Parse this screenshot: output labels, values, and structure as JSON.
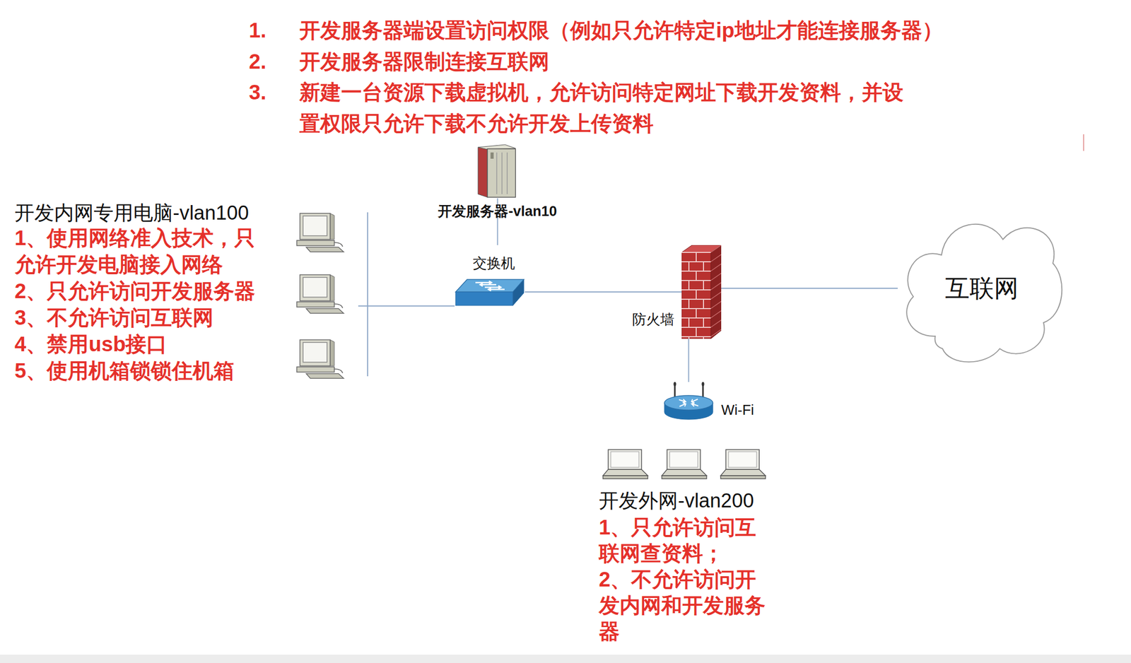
{
  "diagram": {
    "nodes": [
      {
        "text": [
          "开发服务器-vlan10"
        ]
      },
      {
        "text": [
          "开发内网专用电脑-vlan100",
          "1、使用网络准入技术，只允许开发电脑接入网络",
          "2、只允许访问开发服务器",
          "3、不允许访问互联网",
          "4、禁用usb接口",
          "5、使用机箱锁锁住机箱"
        ]
      },
      {
        "text": [
          "交换机"
        ]
      },
      {
        "text": [
          "防火墙"
        ]
      },
      {
        "text": [
          "互联网"
        ]
      },
      {
        "text": [
          "Wi-Fi"
        ]
      },
      {
        "text": [
          "开发外网-vlan200",
          "1、只允许访问互联网查资料；",
          "2、不允许访问开发内网和开发服务器"
        ]
      }
    ],
    "edges": [
      {
        "from": 1,
        "to": 2,
        "arrow": "none"
      },
      {
        "from": 2,
        "to": 3,
        "arrow": "none"
      },
      {
        "from": 0,
        "to": 3,
        "arrow": "none"
      },
      {
        "from": 3,
        "to": 4,
        "arrow": "none"
      },
      {
        "from": 3,
        "to": 5,
        "arrow": "none"
      }
    ],
    "labels": [
      "1.",
      "开发服务器端设置访问权限（例如只允许特定ip地址才能连接服务器）",
      "2.",
      "开发服务器限制连接互联网",
      "3.",
      "新建一台资源下载虚拟机，允许访问特定网址下载开发资料，并设置权限只允许下载不允许开发上传资料"
    ]
  }
}
